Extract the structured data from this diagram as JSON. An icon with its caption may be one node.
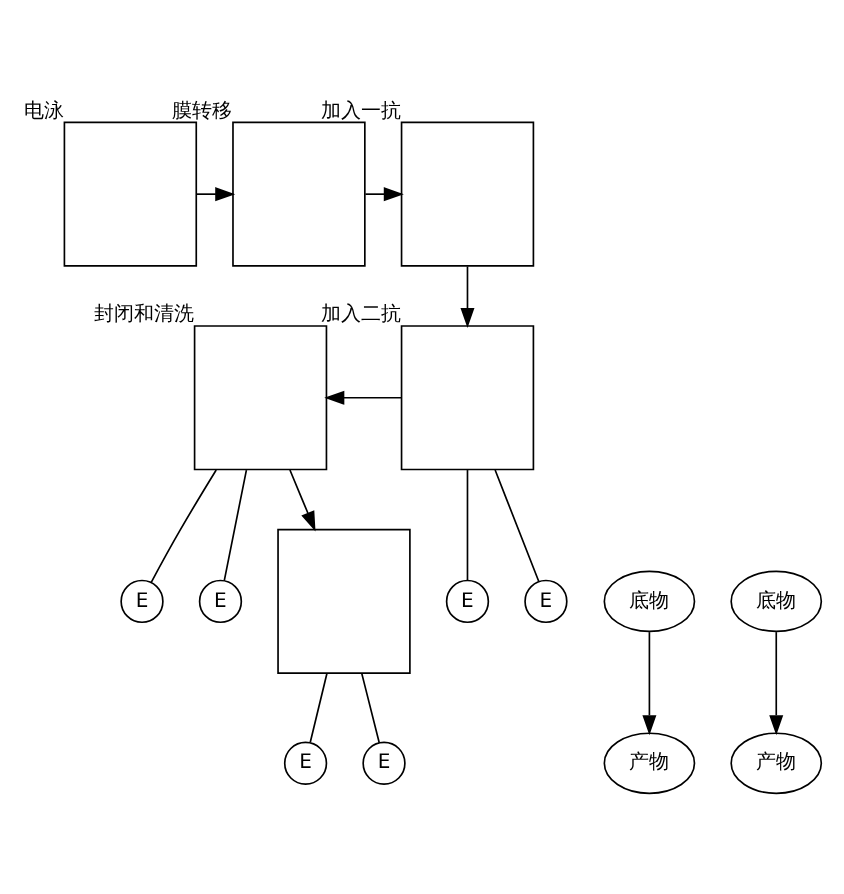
{
  "diagram": {
    "nodes": [
      {
        "text": [],
        "shape": "box",
        "beside": [
          "电泳"
        ]
      },
      {
        "text": [],
        "shape": "box",
        "beside": [
          "膜转移"
        ]
      },
      {
        "text": [],
        "shape": "box",
        "beside": [
          "加入一抗"
        ]
      },
      {
        "text": [],
        "shape": "box",
        "beside": [
          "封闭和清洗"
        ]
      },
      {
        "text": [
          "E"
        ]
      },
      {
        "text": [
          "E"
        ]
      },
      {
        "text": [],
        "shape": "box",
        "beside": [
          "加入二抗"
        ]
      },
      {
        "text": [
          "E"
        ]
      },
      {
        "text": [
          "E"
        ]
      },
      {
        "text": [],
        "shape": "box"
      },
      {
        "text": [
          "底物"
        ]
      },
      {
        "text": [
          "产物"
        ]
      },
      {
        "text": [
          "E"
        ]
      },
      {
        "text": [
          "E"
        ]
      },
      {
        "text": [
          "产物"
        ]
      },
      {
        "text": [
          "底物"
        ]
      }
    ],
    "edges": [
      {
        "from": 0,
        "to": 1,
        "arrow": "to"
      },
      {
        "from": 1,
        "to": 2,
        "arrow": "to"
      },
      {
        "from": 2,
        "to": 6,
        "arrow": "to"
      },
      {
        "from": 6,
        "to": 3,
        "arrow": "to"
      },
      {
        "from": 3,
        "to": 9,
        "arrow": "to"
      },
      {
        "from": 3,
        "to": 4,
        "arrow": "none"
      },
      {
        "from": 3,
        "to": 5,
        "arrow": "none"
      },
      {
        "from": 6,
        "to": 7,
        "arrow": "none"
      },
      {
        "from": 6,
        "to": 8,
        "arrow": "none"
      },
      {
        "from": 9,
        "to": 12,
        "arrow": "none"
      },
      {
        "from": 9,
        "to": 13,
        "arrow": "none"
      },
      {
        "from": 10,
        "to": 11,
        "arrow": "to"
      },
      {
        "from": 15,
        "to": 14,
        "arrow": "to"
      }
    ]
  }
}
